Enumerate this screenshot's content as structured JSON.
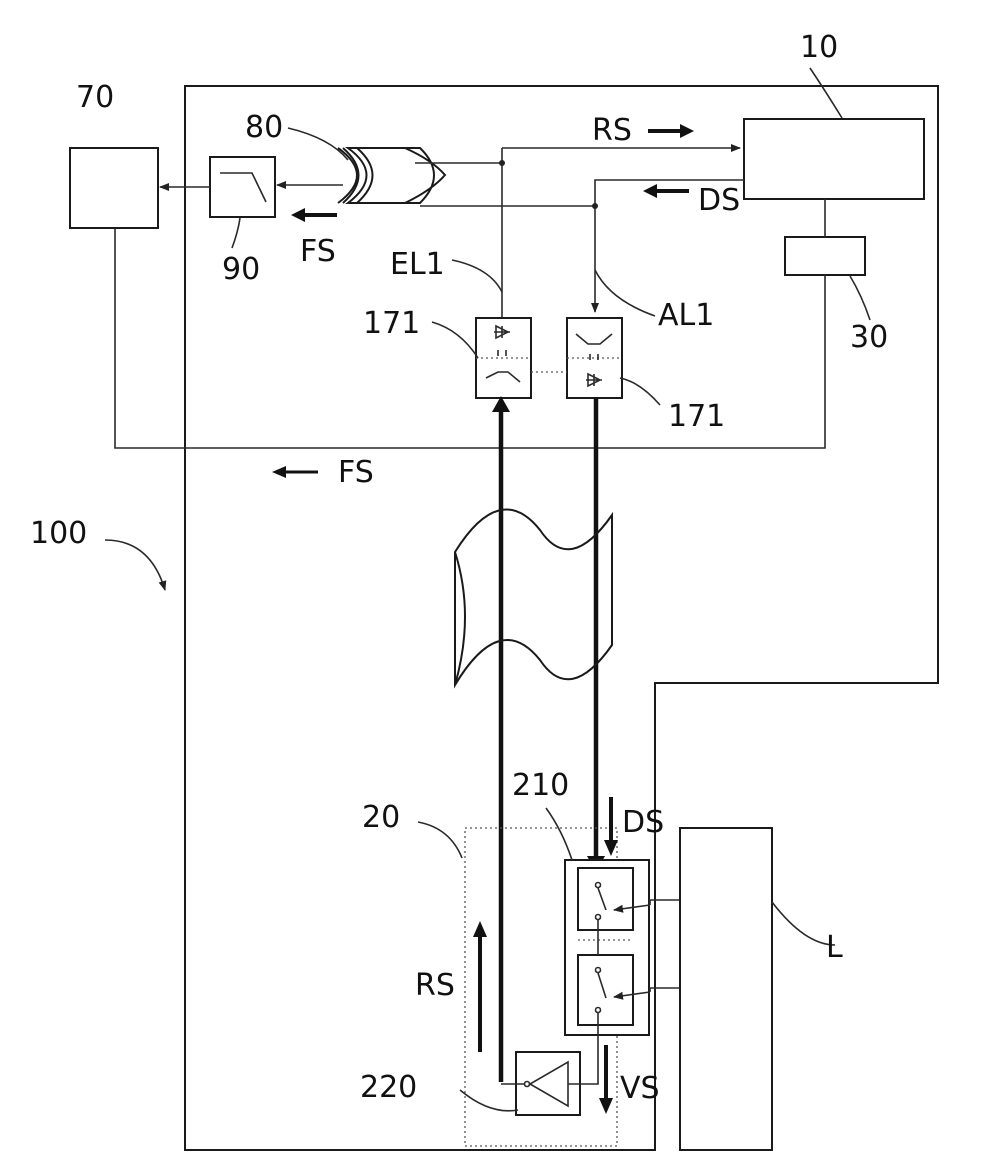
{
  "labels": {
    "ref_10": "10",
    "ref_70": "70",
    "ref_80": "80",
    "ref_90": "90",
    "ref_30": "30",
    "ref_100": "100",
    "ref_20": "20",
    "ref_210": "210",
    "ref_220": "220",
    "ref_171_left": "171",
    "ref_171_right": "171",
    "ref_L": "L",
    "el1": "EL1",
    "al1": "AL1",
    "rs_top": "RS",
    "ds_top": "DS",
    "fs_filter": "FS",
    "fs_feedback": "FS",
    "ds_bottom": "DS",
    "rs_bottom": "RS",
    "vs": "VS"
  }
}
